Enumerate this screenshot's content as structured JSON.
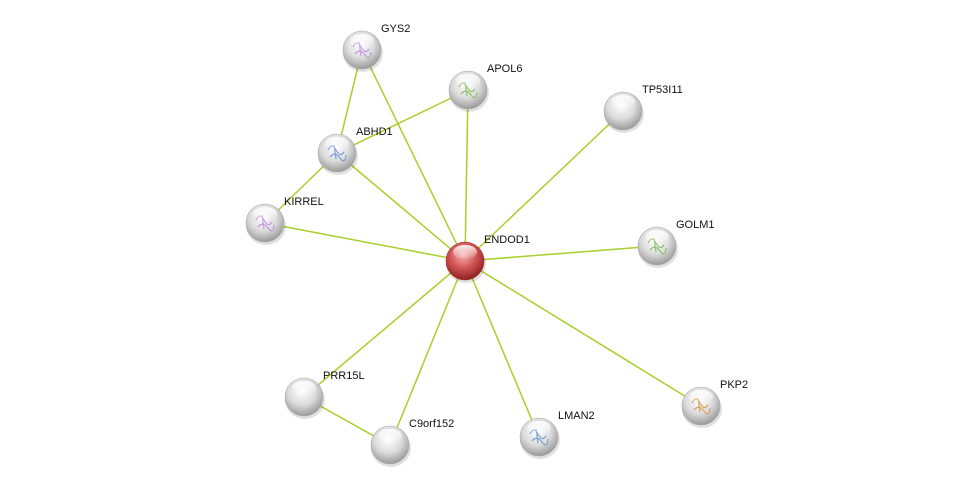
{
  "network": {
    "nodes": [
      {
        "id": "ENDOD1",
        "label": "ENDOD1",
        "query": true,
        "color": "#d9534f"
      },
      {
        "id": "GYS2",
        "label": "GYS2",
        "has_structure": true
      },
      {
        "id": "APOL6",
        "label": "APOL6",
        "has_structure": true
      },
      {
        "id": "TP53I11",
        "label": "TP53I11",
        "has_structure": false
      },
      {
        "id": "ABHD1",
        "label": "ABHD1",
        "has_structure": true
      },
      {
        "id": "KIRREL",
        "label": "KIRREL",
        "has_structure": true
      },
      {
        "id": "GOLM1",
        "label": "GOLM1",
        "has_structure": true
      },
      {
        "id": "PKP2",
        "label": "PKP2",
        "has_structure": true
      },
      {
        "id": "LMAN2",
        "label": "LMAN2",
        "has_structure": true
      },
      {
        "id": "C9orf152",
        "label": "C9orf152",
        "has_structure": false
      },
      {
        "id": "PRR15L",
        "label": "PRR15L",
        "has_structure": false
      }
    ],
    "edges": [
      [
        "ENDOD1",
        "GYS2"
      ],
      [
        "ENDOD1",
        "APOL6"
      ],
      [
        "ENDOD1",
        "TP53I11"
      ],
      [
        "ENDOD1",
        "ABHD1"
      ],
      [
        "ENDOD1",
        "KIRREL"
      ],
      [
        "ENDOD1",
        "GOLM1"
      ],
      [
        "ENDOD1",
        "PKP2"
      ],
      [
        "ENDOD1",
        "LMAN2"
      ],
      [
        "ENDOD1",
        "C9orf152"
      ],
      [
        "ENDOD1",
        "PRR15L"
      ],
      [
        "GYS2",
        "ABHD1"
      ],
      [
        "APOL6",
        "ABHD1"
      ],
      [
        "ABHD1",
        "KIRREL"
      ],
      [
        "PRR15L",
        "C9orf152"
      ]
    ],
    "edge_color": "#a8cf2a"
  }
}
